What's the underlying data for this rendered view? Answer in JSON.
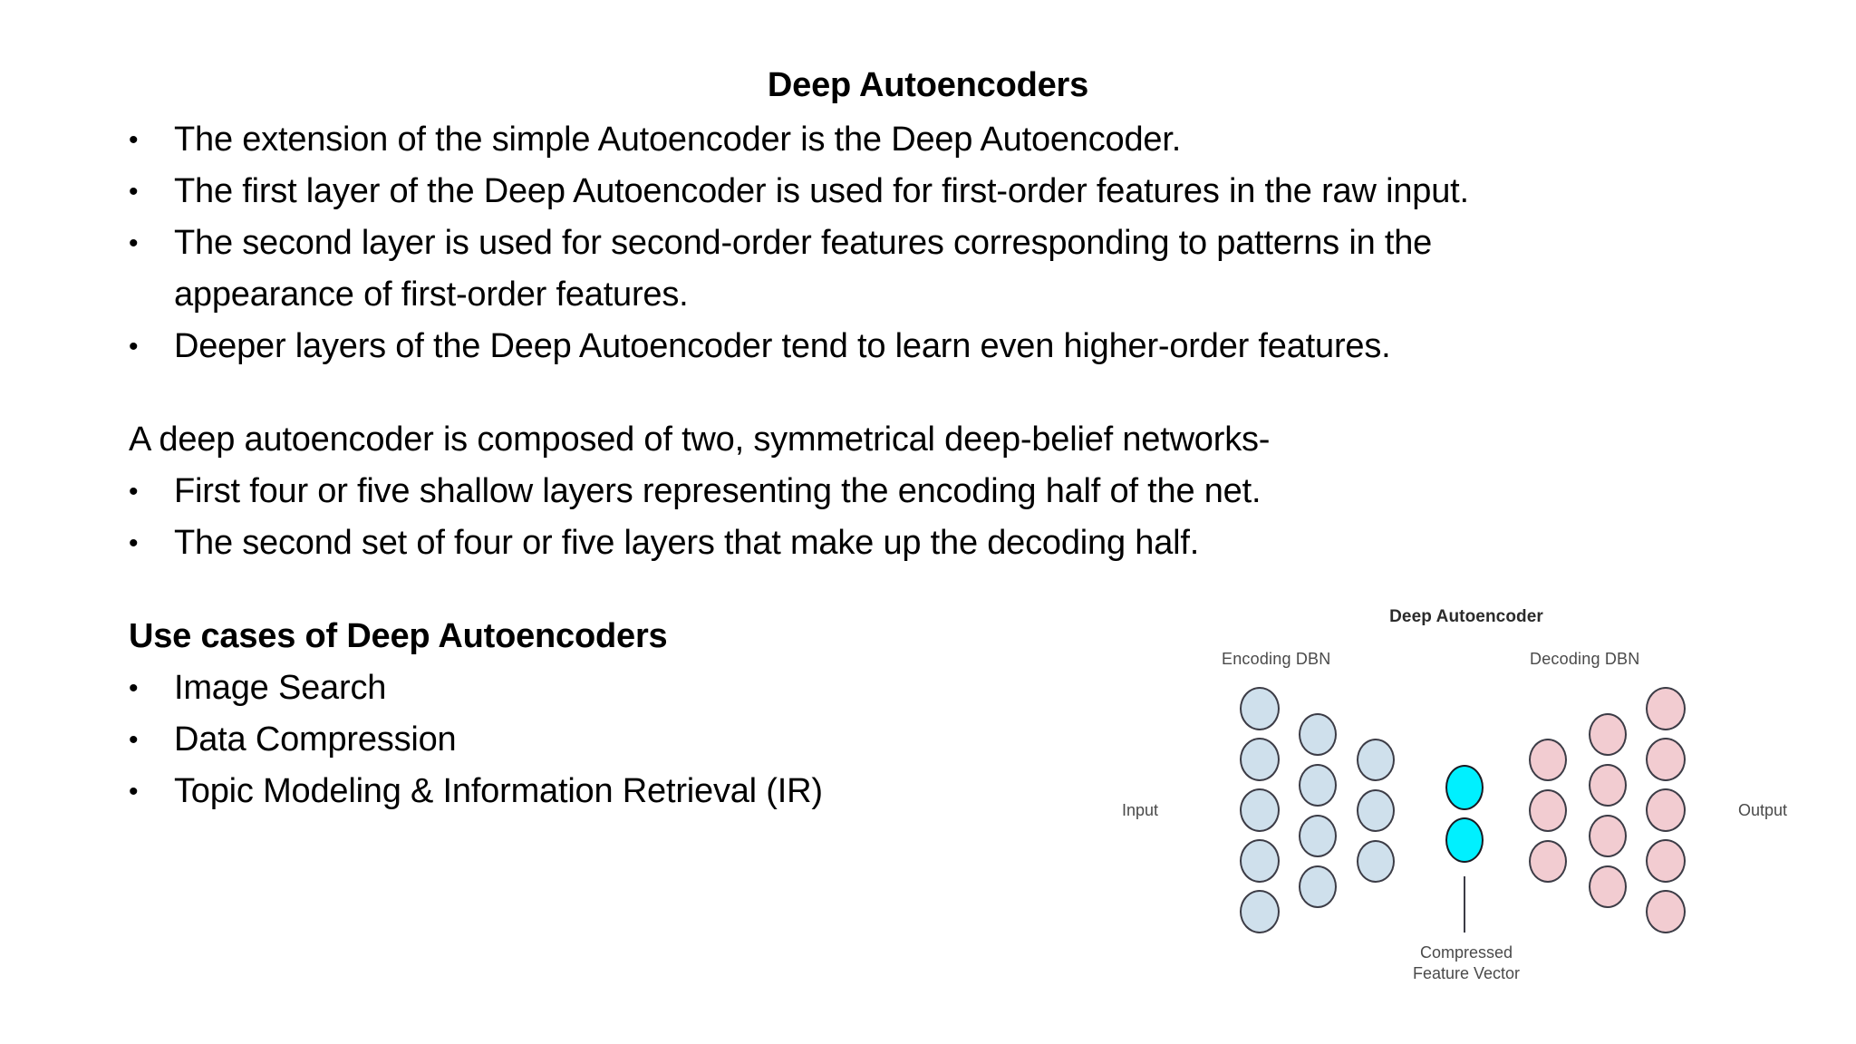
{
  "slide": {
    "title": "Deep Autoencoders",
    "bullet_char": "•",
    "sections": [
      {
        "name": "intro-bullets",
        "bullets": [
          {
            "lines": [
              "The extension of the simple Autoencoder is the Deep Autoencoder."
            ]
          },
          {
            "lines": [
              "The first layer of the Deep Autoencoder is used for first-order features in the raw input."
            ]
          },
          {
            "lines": [
              "The second layer is used for second-order features corresponding to patterns in the",
              "appearance of first-order features."
            ]
          },
          {
            "lines": [
              "Deeper layers of the Deep Autoencoder tend to learn even higher-order features."
            ]
          }
        ]
      },
      {
        "name": "composition",
        "lead": "A deep autoencoder is composed of two, symmetrical deep-belief networks-",
        "bullets": [
          {
            "lines": [
              "First four or five shallow layers representing the encoding half of the net."
            ]
          },
          {
            "lines": [
              "The second set of four or five layers that make up the decoding half."
            ]
          }
        ]
      },
      {
        "name": "use-cases",
        "heading": "Use cases of Deep Autoencoders",
        "bullets": [
          {
            "lines": [
              "Image Search"
            ]
          },
          {
            "lines": [
              "Data Compression"
            ]
          },
          {
            "lines": [
              "Topic Modeling & Information Retrieval (IR)"
            ]
          }
        ]
      }
    ]
  },
  "diagram": {
    "title": "Deep Autoencoder",
    "encoding_label": "Encoding DBN",
    "decoding_label": "Decoding DBN",
    "input_label": "Input",
    "output_label": "Output",
    "compressed_label_line1": "Compressed",
    "compressed_label_line2": "Feature Vector",
    "colors": {
      "encoder_node": "#cfe0ec",
      "decoder_node": "#f2ccd1",
      "bottleneck_node": "#00f0ff",
      "node_border": "#3c3c46",
      "label_text": "#4a4a4a",
      "title_text": "#2b2b2b"
    },
    "layers": [
      {
        "name": "encoder-layer-1",
        "type": "encoder",
        "count": 5
      },
      {
        "name": "encoder-layer-2",
        "type": "encoder",
        "count": 4
      },
      {
        "name": "encoder-layer-3",
        "type": "encoder",
        "count": 3
      },
      {
        "name": "bottleneck",
        "type": "bottleneck",
        "count": 2
      },
      {
        "name": "decoder-layer-1",
        "type": "decoder",
        "count": 3
      },
      {
        "name": "decoder-layer-2",
        "type": "decoder",
        "count": 4
      },
      {
        "name": "decoder-layer-3",
        "type": "decoder",
        "count": 5
      }
    ]
  }
}
